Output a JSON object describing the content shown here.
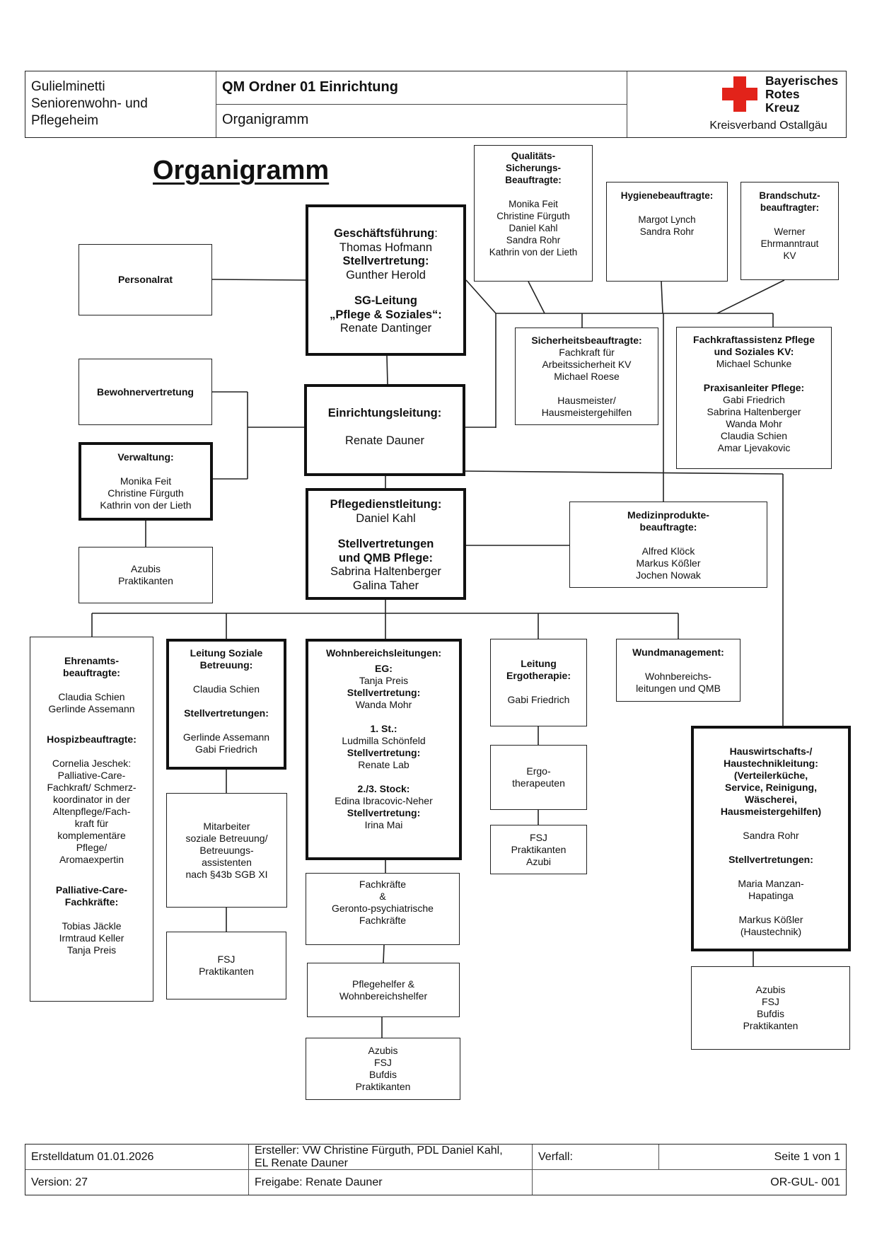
{
  "header": {
    "facility_lines": [
      "Gulielminetti",
      "Seniorenwohn- und",
      "Pflegeheim"
    ],
    "folder": "QM Ordner 01 Einrichtung",
    "doc_title": "Organigramm",
    "logo": {
      "icon": "red-cross-icon",
      "color": "#e2231a",
      "name_lines": [
        "Bayerisches",
        "Rotes",
        "Kreuz"
      ],
      "subtitle": "Kreisverband Ostallgäu"
    }
  },
  "page_title": "Organigramm",
  "boxes": {
    "qualitaet": {
      "title": [
        "Qualitäts-",
        "Sicherungs-",
        "Beauftragte:"
      ],
      "names": [
        "Monika Feit",
        "Christine Fürguth",
        "Daniel Kahl",
        "Sandra Rohr",
        "Kathrin von der Lieth"
      ]
    },
    "hygiene": {
      "title": "Hygienebeauftragte:",
      "names": [
        "Margot Lynch",
        "Sandra Rohr"
      ]
    },
    "brandschutz": {
      "title": [
        "Brandschutz-",
        "beauftragter:"
      ],
      "names": [
        "Werner",
        "Ehrmanntraut",
        "KV"
      ]
    },
    "personalrat": {
      "title": "Personalrat"
    },
    "geschaeftsfuehrung": {
      "title": "Geschäftsführung",
      "title_colon": ":",
      "name": "Thomas Hofmann",
      "deputy_label": "Stellvertretung:",
      "deputy": "Gunther Herold",
      "sg_label": "SG-Leitung",
      "sg_area": "„Pflege & Soziales“:",
      "sg_name": "Renate Dantinger"
    },
    "sicherheit": {
      "title": "Sicherheitsbeauftragte:",
      "lines": [
        "Fachkraft für",
        "Arbeitssicherheit KV",
        "Michael Roese"
      ],
      "lines2": [
        "Hausmeister/",
        "Hausmeistergehilfen"
      ]
    },
    "fachkraftassistenz": {
      "title": [
        "Fachkraftassistenz Pflege",
        "und Soziales KV:"
      ],
      "name": "Michael Schunke",
      "praxis_title": "Praxisanleiter Pflege:",
      "praxis_names": [
        "Gabi Friedrich",
        "Sabrina Haltenberger",
        "Wanda Mohr",
        "Claudia Schien",
        "Amar Ljevakovic"
      ]
    },
    "bewohnervertretung": {
      "title": "Bewohnervertretung"
    },
    "einrichtungsleitung": {
      "title": "Einrichtungsleitung:",
      "name": "Renate Dauner"
    },
    "verwaltung": {
      "title": "Verwaltung:",
      "names": [
        "Monika Feit",
        "Christine Fürguth",
        "Kathrin von der Lieth"
      ]
    },
    "pflegedienstleitung": {
      "title": "Pflegedienstleitung:",
      "name": "Daniel Kahl",
      "deputy_title": [
        "Stellvertretungen",
        "und QMB Pflege:"
      ],
      "deputies": [
        "Sabrina Haltenberger",
        "Galina Taher"
      ]
    },
    "medizinprodukte": {
      "title": [
        "Medizinprodukte-",
        "beauftragte:"
      ],
      "names": [
        "Alfred Klöck",
        "Markus Kößler",
        "Jochen Nowak"
      ]
    },
    "azubis_verwaltung": {
      "lines": [
        "Azubis",
        "Praktikanten"
      ]
    },
    "ehrenamt": {
      "title": [
        "Ehrenamts-",
        "beauftragte:"
      ],
      "names": [
        "Claudia Schien",
        "Gerlinde Assemann"
      ],
      "hospiz_title": "Hospizbeauftragte:",
      "hospiz_lines": [
        "Cornelia Jeschek:",
        "Palliative-Care-",
        "Fachkraft/ Schmerz-",
        "koordinator in der",
        "Altenpflege/Fach-",
        "kraft für",
        "komplementäre",
        "Pflege/",
        "Aromaexpertin"
      ],
      "palliative_title": [
        "Palliative-Care-",
        "Fachkräfte:"
      ],
      "palliative_names": [
        "Tobias Jäckle",
        "Irmtraud Keller",
        "Tanja Preis"
      ]
    },
    "soziale_betreuung": {
      "title": [
        "Leitung Soziale",
        "Betreuung:"
      ],
      "name": "Claudia Schien",
      "deputy_title": "Stellvertretungen:",
      "deputies": [
        "Gerlinde Assemann",
        "Gabi Friedrich"
      ]
    },
    "wohnbereich": {
      "title": "Wohnbereichsleitungen:",
      "floors": [
        {
          "label": "EG:",
          "name": "Tanja Preis",
          "deputy_label": "Stellvertretung:",
          "deputy": "Wanda Mohr"
        },
        {
          "label": "1. St.:",
          "name": "Ludmilla Schönfeld",
          "deputy_label": "Stellvertretung:",
          "deputy": "Renate Lab"
        },
        {
          "label": "2./3. Stock:",
          "name": "Edina Ibracovic-Neher",
          "deputy_label": "Stellvertretung:",
          "deputy": "Irina Mai"
        }
      ]
    },
    "ergo_leitung": {
      "title": [
        "Leitung",
        "Ergotherapie:"
      ],
      "name": "Gabi Friedrich"
    },
    "wundmanagement": {
      "title": "Wundmanagement:",
      "lines": [
        "Wohnbereichs-",
        "leitungen und QMB"
      ]
    },
    "hauswirtschaft": {
      "title": [
        "Hauswirtschafts-/",
        "Haustechnikleitung:",
        "(Verteilerküche,",
        "Service, Reinigung,",
        "Wäscherei,",
        "Hausmeistergehilfen)"
      ],
      "name": "Sandra Rohr",
      "deputy_title": "Stellvertretungen:",
      "deputy1": [
        "Maria Manzan-",
        "Hapatinga"
      ],
      "deputy2": [
        "Markus Kößler",
        "(Haustechnik)"
      ]
    },
    "mitarbeiter_soziale": {
      "lines": [
        "Mitarbeiter",
        "soziale Betreuung/",
        "Betreuungs-",
        "assistenten",
        "nach §43b SGB XI"
      ]
    },
    "ergotherapeuten": {
      "lines": [
        "Ergo-",
        "therapeuten"
      ]
    },
    "fsj_ergo": {
      "lines": [
        "FSJ",
        "Praktikanten",
        "Azubi"
      ]
    },
    "fachkraefte": {
      "lines": [
        "Fachkräfte",
        "&",
        "Geronto-psychiatrische",
        "Fachkräfte"
      ]
    },
    "fsj_soziale": {
      "lines": [
        "FSJ",
        "Praktikanten"
      ]
    },
    "pflegehelfer": {
      "lines": [
        "Pflegehelfer &",
        "Wohnbereichshelfer"
      ]
    },
    "azubis_hauswirtschaft": {
      "lines": [
        "Azubis",
        "FSJ",
        "Bufdis",
        "Praktikanten"
      ]
    },
    "azubis_pflege": {
      "lines": [
        "Azubis",
        "FSJ",
        "Bufdis",
        "Praktikanten"
      ]
    }
  },
  "footer": {
    "created": "Erstelldatum 01.01.2026",
    "author": [
      "Ersteller: VW Christine Fürguth, PDL Daniel Kahl,",
      "EL Renate Dauner"
    ],
    "expiry": "Verfall:",
    "page": "Seite 1 von 1",
    "version": "Version: 27",
    "release": "Freigabe: Renate Dauner",
    "doc_id": "OR-GUL- 001"
  }
}
